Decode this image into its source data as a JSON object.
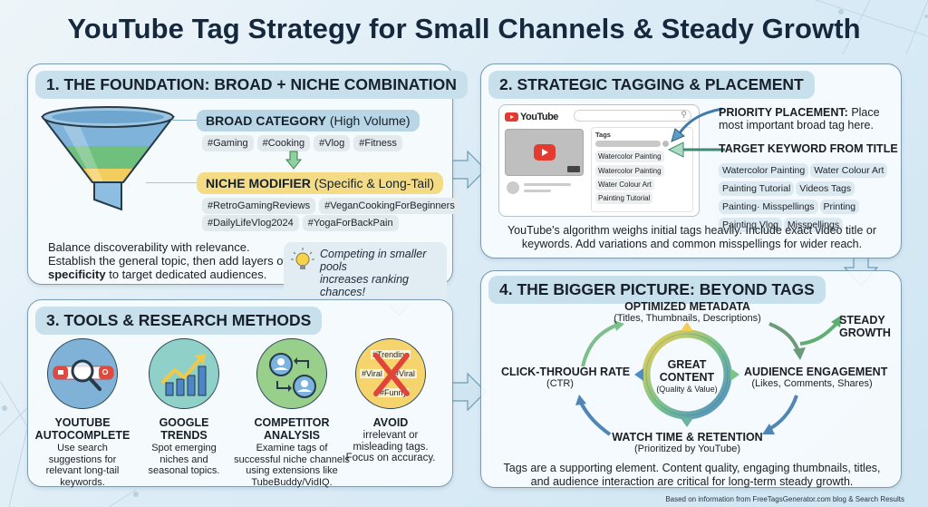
{
  "title": "YouTube Tag Strategy for Small Channels & Steady Growth",
  "colors": {
    "title": "#16283d",
    "panel_border": "#7c9bb0",
    "header_bg": "#c7e0ec",
    "broad_pill": "#b9d6e6",
    "niche_pill": "#f4dc86",
    "youtube_red": "#e43a2f",
    "funnel_blue": "#7fb3d9",
    "funnel_green": "#6fbf7d",
    "funnel_yellow": "#f2cc5c"
  },
  "section1": {
    "header": "1. THE FOUNDATION: BROAD + NICHE COMBINATION",
    "icon": "funnel-icon",
    "broad": {
      "label": "BROAD CATEGORY",
      "sub": "(High Volume)",
      "tags": [
        "#Gaming",
        "#Cooking",
        "#Vlog",
        "#Fitness"
      ]
    },
    "niche": {
      "label": "NICHE MODIFIER",
      "sub": "(Specific & Long-Tail)",
      "tags_row1": [
        "#RetroGamingReviews",
        "#VeganCookingForBeginners"
      ],
      "tags_row2": [
        "#DailyLifeVlog2024",
        "#YogaForBackPain"
      ]
    },
    "body_lines": [
      "Balance discoverability with relevance.",
      "Establish the general topic, then add layers of"
    ],
    "body_bold": "specificity",
    "body_tail": " to target dedicated audiences.",
    "tip_icon": "lightbulb-icon",
    "tip_lines": [
      "Competing in smaller pools",
      "increases ranking chances!"
    ]
  },
  "section2": {
    "header": "2. STRATEGIC TAGGING & PLACEMENT",
    "mock": {
      "logo": "YouTube",
      "tags_label": "Tags",
      "tags": [
        "Watercolor Painting",
        "Watercolor Painting",
        "Water Colour Art",
        "Painting Tutorial"
      ]
    },
    "priority_bold": "PRIORITY PLACEMENT:",
    "priority_text": " Place",
    "priority_line2": "most important broad tag here.",
    "target_label": "TARGET KEYWORD FROM TITLE",
    "keywords": [
      "Watercolor Painting",
      "Water Colour Art",
      "Painting Tutorial",
      "Videos Tags",
      "Painting· Misspellings",
      "Printing",
      "Painting Vlog",
      "Misspellings"
    ],
    "body_lines": [
      "YouTube's algorithm weighs initial tags heavily. Include exact video title or",
      "keywords. Add variations and common misspellings for wider reach."
    ]
  },
  "section3": {
    "header": "3. TOOLS & RESEARCH METHODS",
    "tools": [
      {
        "icon": "search-autocomplete-icon",
        "title_lines": [
          "YOUTUBE",
          "AUTOCOMPLETE"
        ],
        "desc_lines": [
          "Use search",
          "suggestions for",
          "relevant long-tail",
          "keywords."
        ]
      },
      {
        "icon": "trend-chart-icon",
        "title_lines": [
          "GOOGLE",
          "TRENDS"
        ],
        "desc_lines": [
          "Spot emerging",
          "niches and",
          "seasonal topics."
        ]
      },
      {
        "icon": "competitor-users-icon",
        "title_lines": [
          "COMPETITOR",
          "ANALYSIS"
        ],
        "desc_lines": [
          "Examine tags of",
          "successful niche channels",
          "using extensions like",
          "TubeBuddy/VidIQ."
        ]
      },
      {
        "icon": "avoid-x-icon",
        "title_lines": [
          "AVOID"
        ],
        "desc_lines": [
          "irrelevant or",
          "misleading tags.",
          "Focus on accuracy."
        ],
        "bad_tags": [
          "#Trending",
          "#Viral",
          "#Viral",
          "#Funny"
        ]
      }
    ]
  },
  "section4": {
    "header": "4. THE BIGGER PICTURE: BEYOND TAGS",
    "center": {
      "title_lines": [
        "GREAT",
        "CONTENT"
      ],
      "sub": "(Quality & Value)"
    },
    "top": {
      "title": "OPTIMIZED METADATA",
      "sub": "(Titles, Thumbnails, Descriptions)"
    },
    "right": {
      "title": "AUDIENCE ENGAGEMENT",
      "sub": "(Likes, Comments, Shares)"
    },
    "bottom": {
      "title": "WATCH TIME & RETENTION",
      "sub": "(Prioritized by YouTube)"
    },
    "left": {
      "title": "CLICK-THROUGH RATE",
      "sub": "(CTR)"
    },
    "growth_lines": [
      "STEADY",
      "GROWTH"
    ],
    "body_lines": [
      "Tags are a supporting element. Content quality, engaging thumbnails, titles,",
      "and audience interaction are critical for long-term steady growth."
    ]
  },
  "footer": "Based on information from FreeTagsGenerator.com blog & Search Results"
}
